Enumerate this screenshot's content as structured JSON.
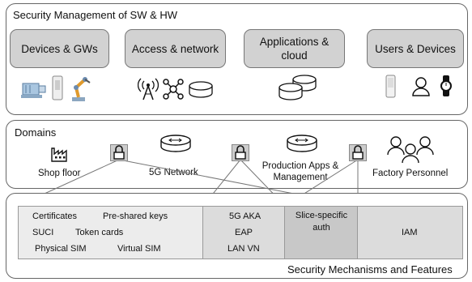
{
  "top": {
    "title": "Security Management of SW & HW",
    "categories": [
      "Devices & GWs",
      "Access & network",
      "Applications & cloud",
      "Users & Devices"
    ]
  },
  "domains": {
    "title": "Domains",
    "items": [
      "Shop floor",
      "5G Network",
      "Production Apps & Management",
      "Factory Personnel"
    ]
  },
  "mechanisms": {
    "title": "Security Mechanisms and Features",
    "group1": [
      "Certificates",
      "Pre-shared keys",
      "SUCI",
      "Token cards",
      "Physical SIM",
      "Virtual SIM"
    ],
    "group2": [
      "5G AKA",
      "EAP",
      "LAN VN"
    ],
    "group3": "Slice-specific auth",
    "group4": "IAM"
  },
  "colors": {
    "category_fill": "#d2d2d2",
    "mech_light": "#ececec",
    "mech_mid": "#dcdcdc",
    "mech_dark": "#c8c8c8"
  }
}
